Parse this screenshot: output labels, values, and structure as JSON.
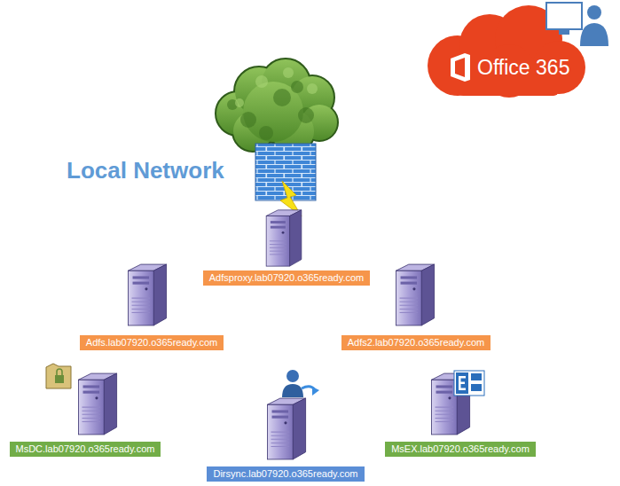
{
  "diagram": {
    "nodes": [
      {
        "text": [
          "Office 365"
        ]
      },
      {
        "text": [
          "Adfsproxy.lab07920.o365ready.com"
        ]
      },
      {
        "text": [
          "Adfs.lab07920.o365ready.com"
        ]
      },
      {
        "text": [
          "Adfs2.lab07920.o365ready.com"
        ]
      },
      {
        "text": [
          "MsDC.lab07920.o365ready.com"
        ]
      },
      {
        "text": [
          "Dirsync.lab07920.o365ready.com"
        ]
      },
      {
        "text": [
          "MsEX.lab07920.o365ready.com"
        ]
      }
    ],
    "labels": [
      "Local Network"
    ]
  }
}
